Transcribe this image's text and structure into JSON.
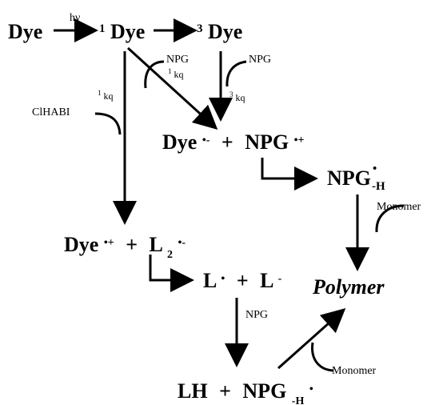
{
  "nodes": {
    "dye": "Dye",
    "singlet_dye": {
      "sup": "1",
      "base": "Dye"
    },
    "triplet_dye": {
      "sup": "3",
      "base": "Dye"
    },
    "ion_pair": {
      "dye": "Dye",
      "dye_sup": "•-",
      "plus": "+",
      "npg": "NPG",
      "npg_sup": "•+"
    },
    "npg_h_radical": {
      "base": "NPG",
      "sup": "•",
      "sub": "-H"
    },
    "dye_cation_pair": {
      "dye": "Dye",
      "dye_sup": "•+",
      "plus": "+",
      "l": "L",
      "l_sub": "2",
      "l_sup": "•-"
    },
    "l_pair": {
      "l1": "L",
      "l1_sup": "•",
      "plus": "+",
      "l2": "L",
      "l2_sup": "-"
    },
    "polymer": "Polymer",
    "lh_pair": {
      "lh": "LH",
      "plus": "+",
      "npg": "NPG",
      "npg_sub": "-H",
      "npg_sup": "•"
    }
  },
  "labels": {
    "hv": "hν",
    "npg_1": "NPG",
    "kq_1": {
      "sup": "1",
      "base": "kq"
    },
    "npg_2": "NPG",
    "kq_3": {
      "sup": "3",
      "base": "kq"
    },
    "clhabi": "ClHABI",
    "kq_clhabi": {
      "sup": "1",
      "base": "kq"
    },
    "monomer_1": "Monomer",
    "npg_3": "NPG",
    "monomer_2": "Monomer"
  }
}
